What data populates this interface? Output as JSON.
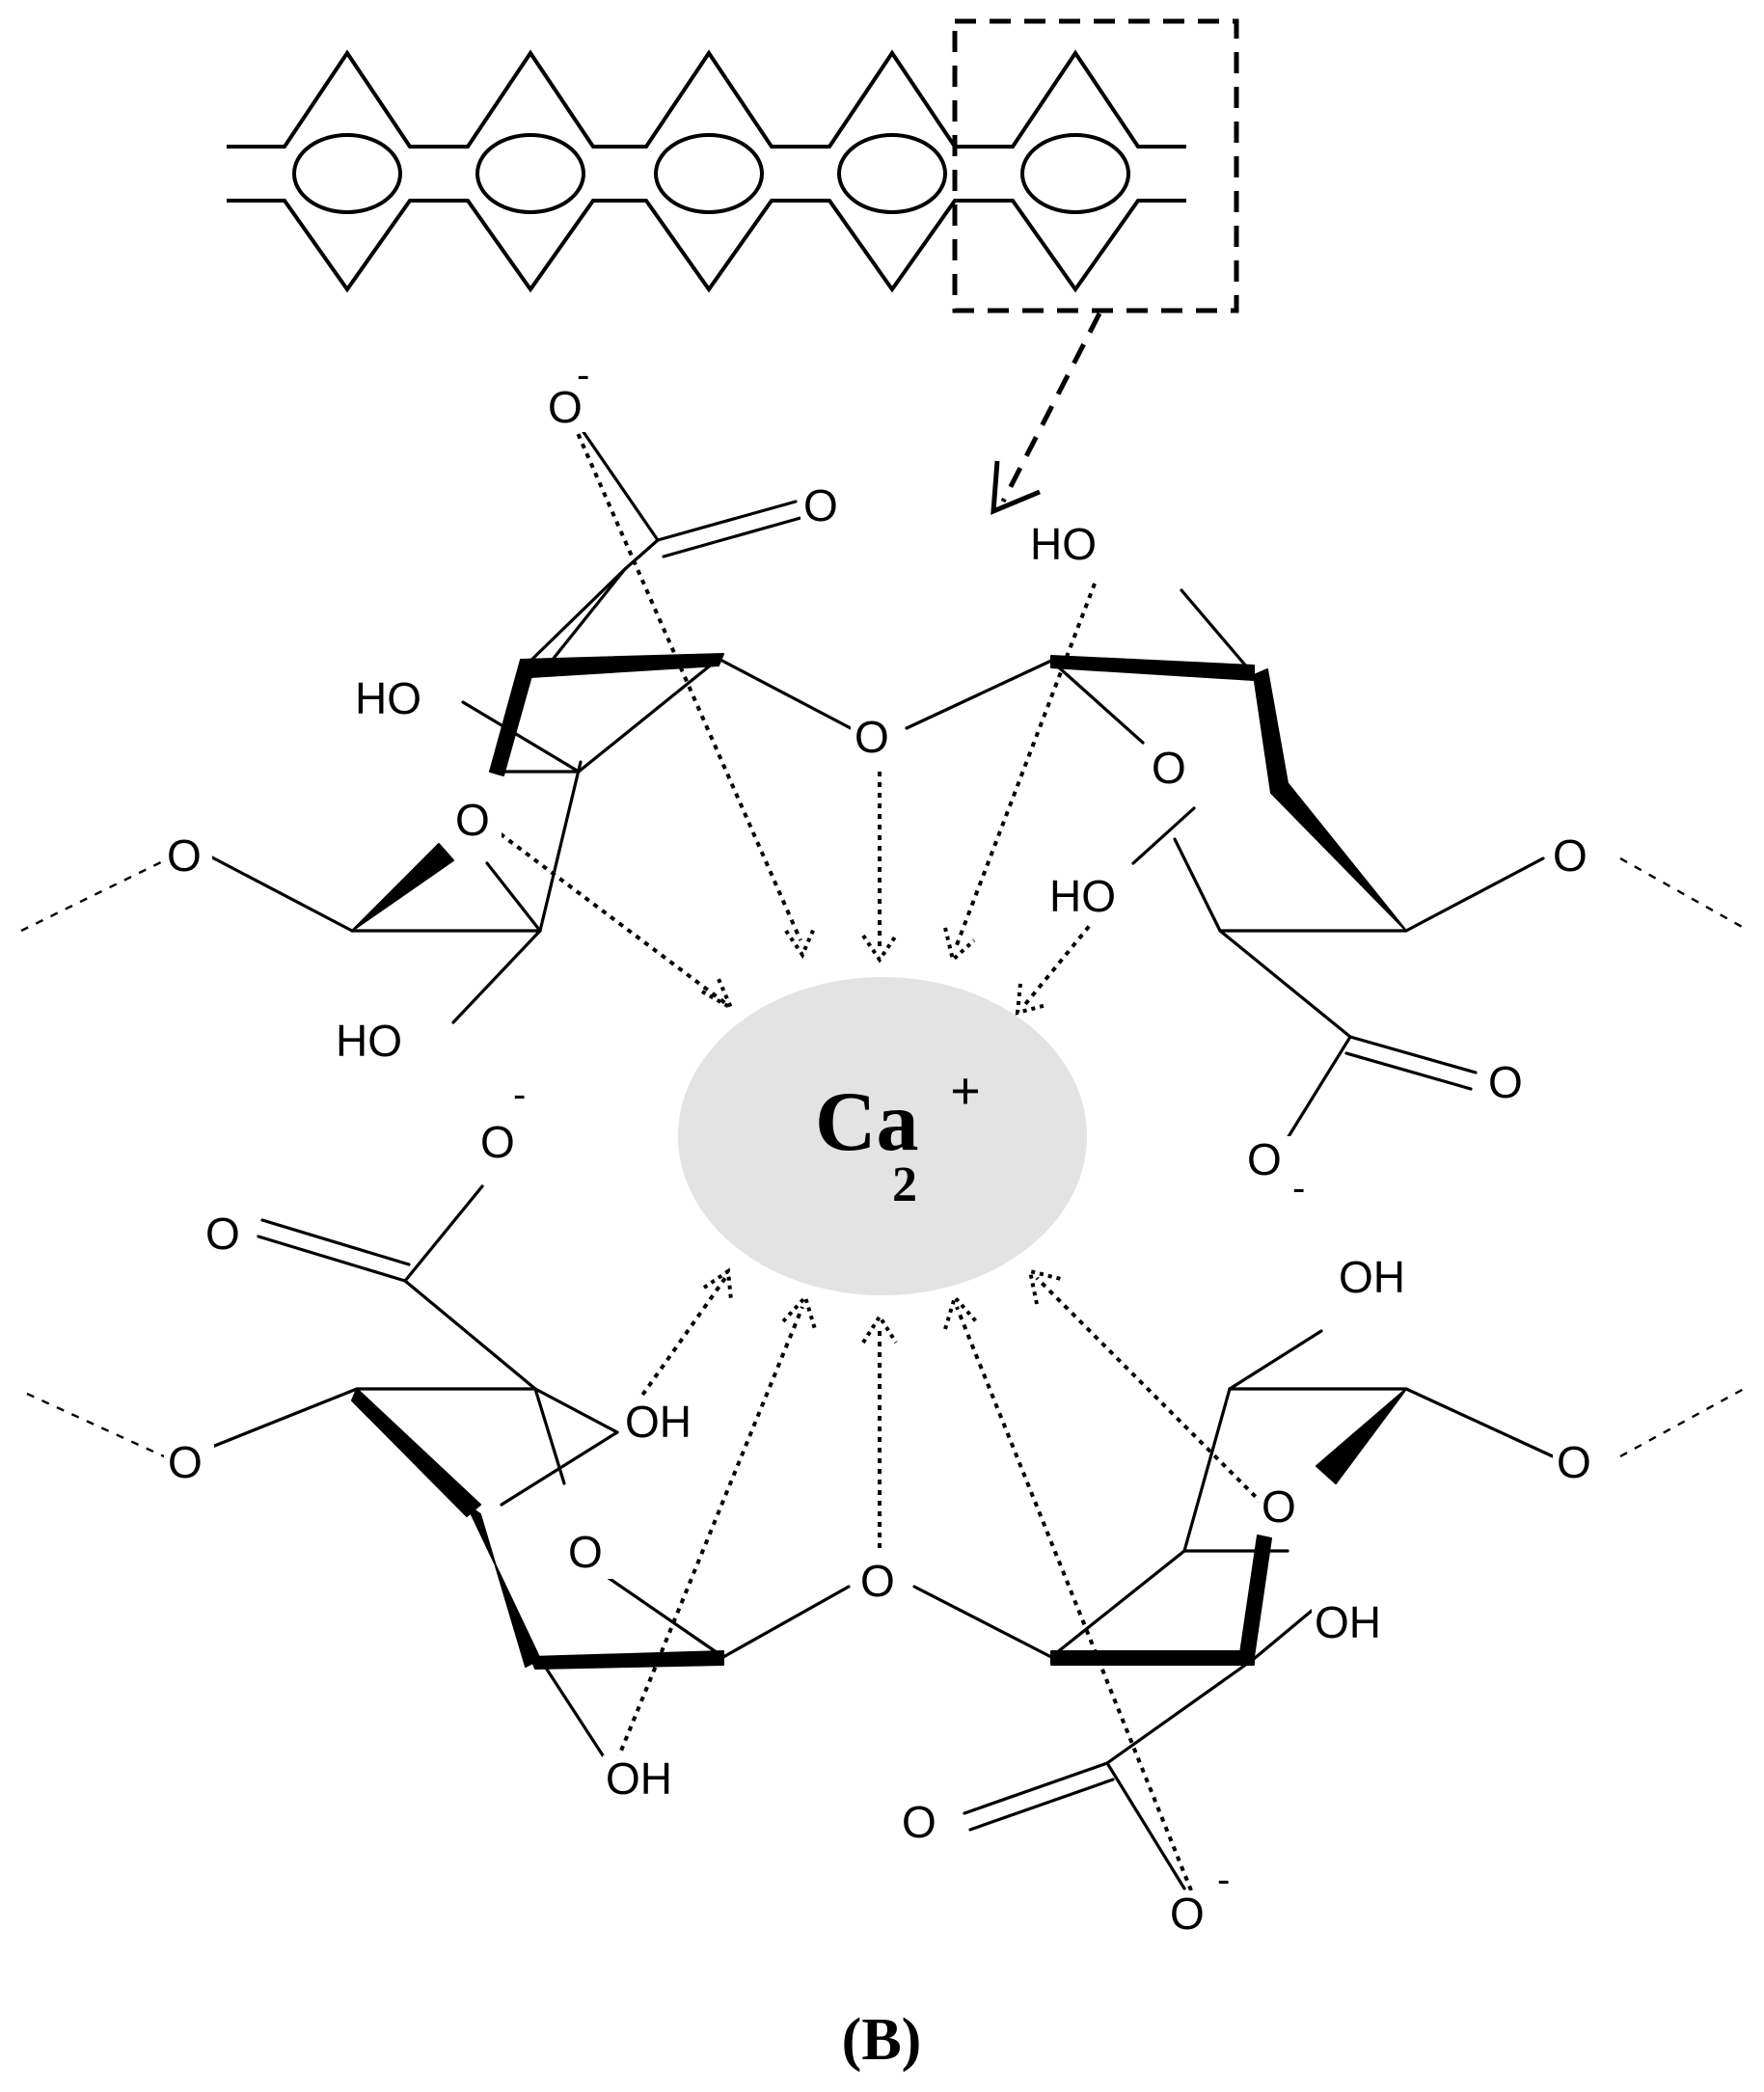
{
  "labels": {
    "hydroxyl": "HO",
    "hydroxyl_right": "OH",
    "oxygen": "O",
    "negative": "-",
    "ion_symbol": "Ca",
    "ion_subscript": "2",
    "ion_superscript": "+",
    "panel_label": "(B)"
  },
  "colors": {
    "ion_fill": "#e3e3e3",
    "line": "#000000",
    "background": "#ffffff"
  }
}
